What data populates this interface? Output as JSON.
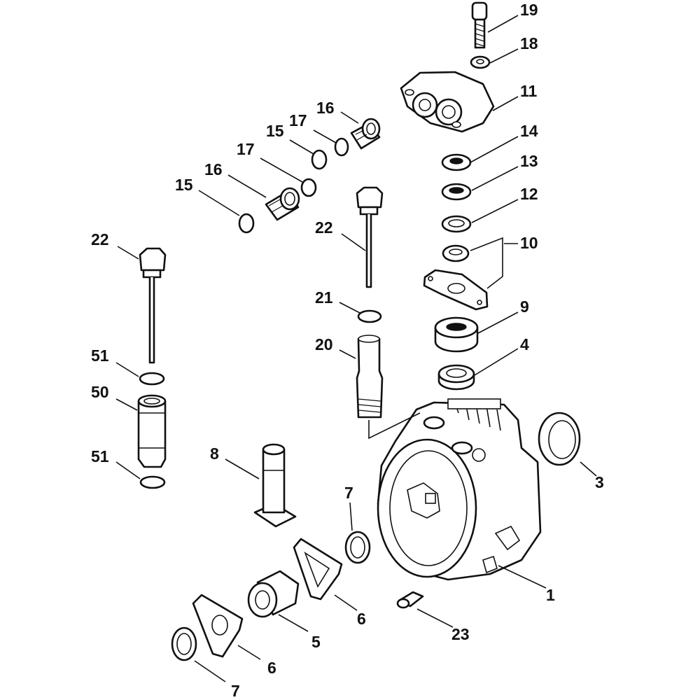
{
  "diagram": {
    "labels": {
      "l19": "19",
      "l18": "18",
      "l11": "11",
      "l14": "14",
      "l13": "13",
      "l12": "12",
      "l10": "10",
      "l9": "9",
      "l4": "4",
      "l3": "3",
      "l1": "1",
      "l23": "23",
      "l16a": "16",
      "l17a": "17",
      "l15a": "15",
      "l17b": "17",
      "l16b": "16",
      "l15b": "15",
      "l22a": "22",
      "l21": "21",
      "l20": "20",
      "l22b": "22",
      "l51a": "51",
      "l50": "50",
      "l51b": "51",
      "l8": "8",
      "l7a": "7",
      "l6a": "6",
      "l5": "5",
      "l6b": "6",
      "l7b": "7"
    }
  }
}
